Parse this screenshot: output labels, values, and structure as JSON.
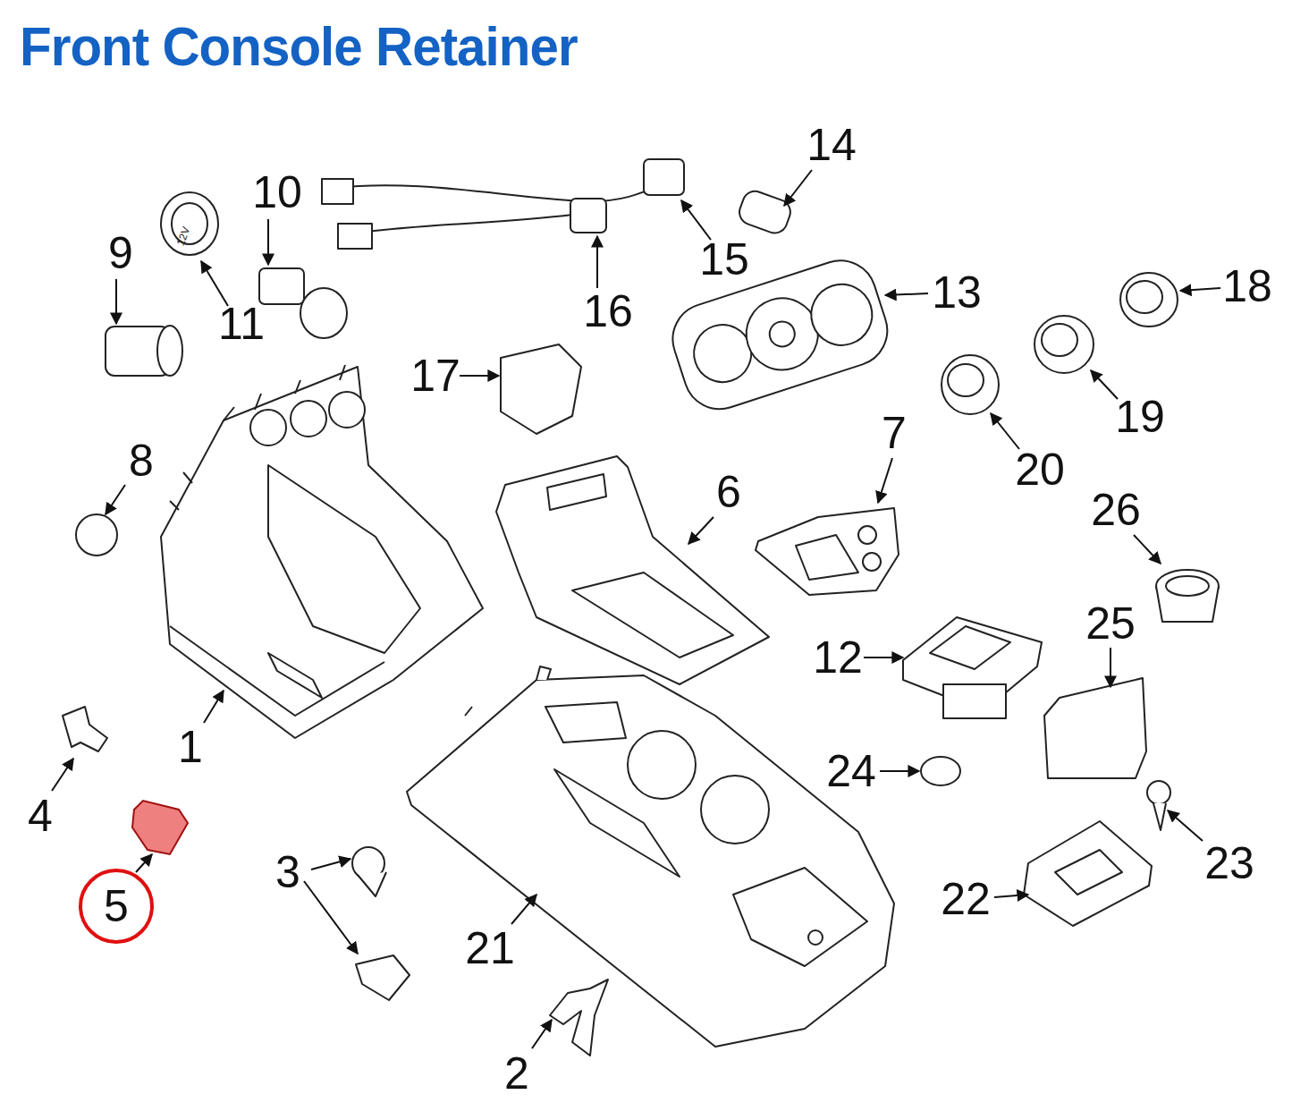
{
  "diagram": {
    "title": "Front Console Retainer",
    "nodes": [
      {
        "text": [
          "5"
        ]
      }
    ],
    "labels": [
      "14",
      "10",
      "9",
      "12V",
      "11",
      "15",
      "16",
      "13",
      "18",
      "17",
      "19",
      "8",
      "20",
      "7",
      "6",
      "26",
      "25",
      "12",
      "1",
      "24",
      "4",
      "23",
      "22",
      "3",
      "21",
      "2"
    ]
  }
}
